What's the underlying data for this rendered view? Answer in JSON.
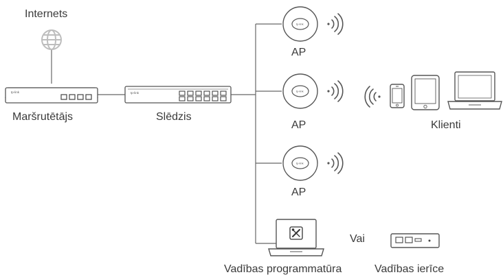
{
  "labels": {
    "internet": "Internets",
    "router": "Maršrutētājs",
    "switch": "Slēdzis",
    "ap": [
      "AP",
      "AP",
      "AP"
    ],
    "clients": "Klienti",
    "or": "Vai",
    "software": "Vadības programmatūra",
    "hardware": "Vadības ierīce"
  },
  "brand": "tp-link",
  "colors": {
    "stroke": "#555555",
    "fill": "#ffffff",
    "line": "#666666",
    "icon_light": "#bdbdbd"
  },
  "icons": [
    "globe-icon",
    "router-icon",
    "switch-icon",
    "access-point-icon",
    "wifi-signal-icon",
    "phone-icon",
    "tablet-icon",
    "laptop-icon",
    "controller-software-icon",
    "controller-hardware-icon"
  ]
}
